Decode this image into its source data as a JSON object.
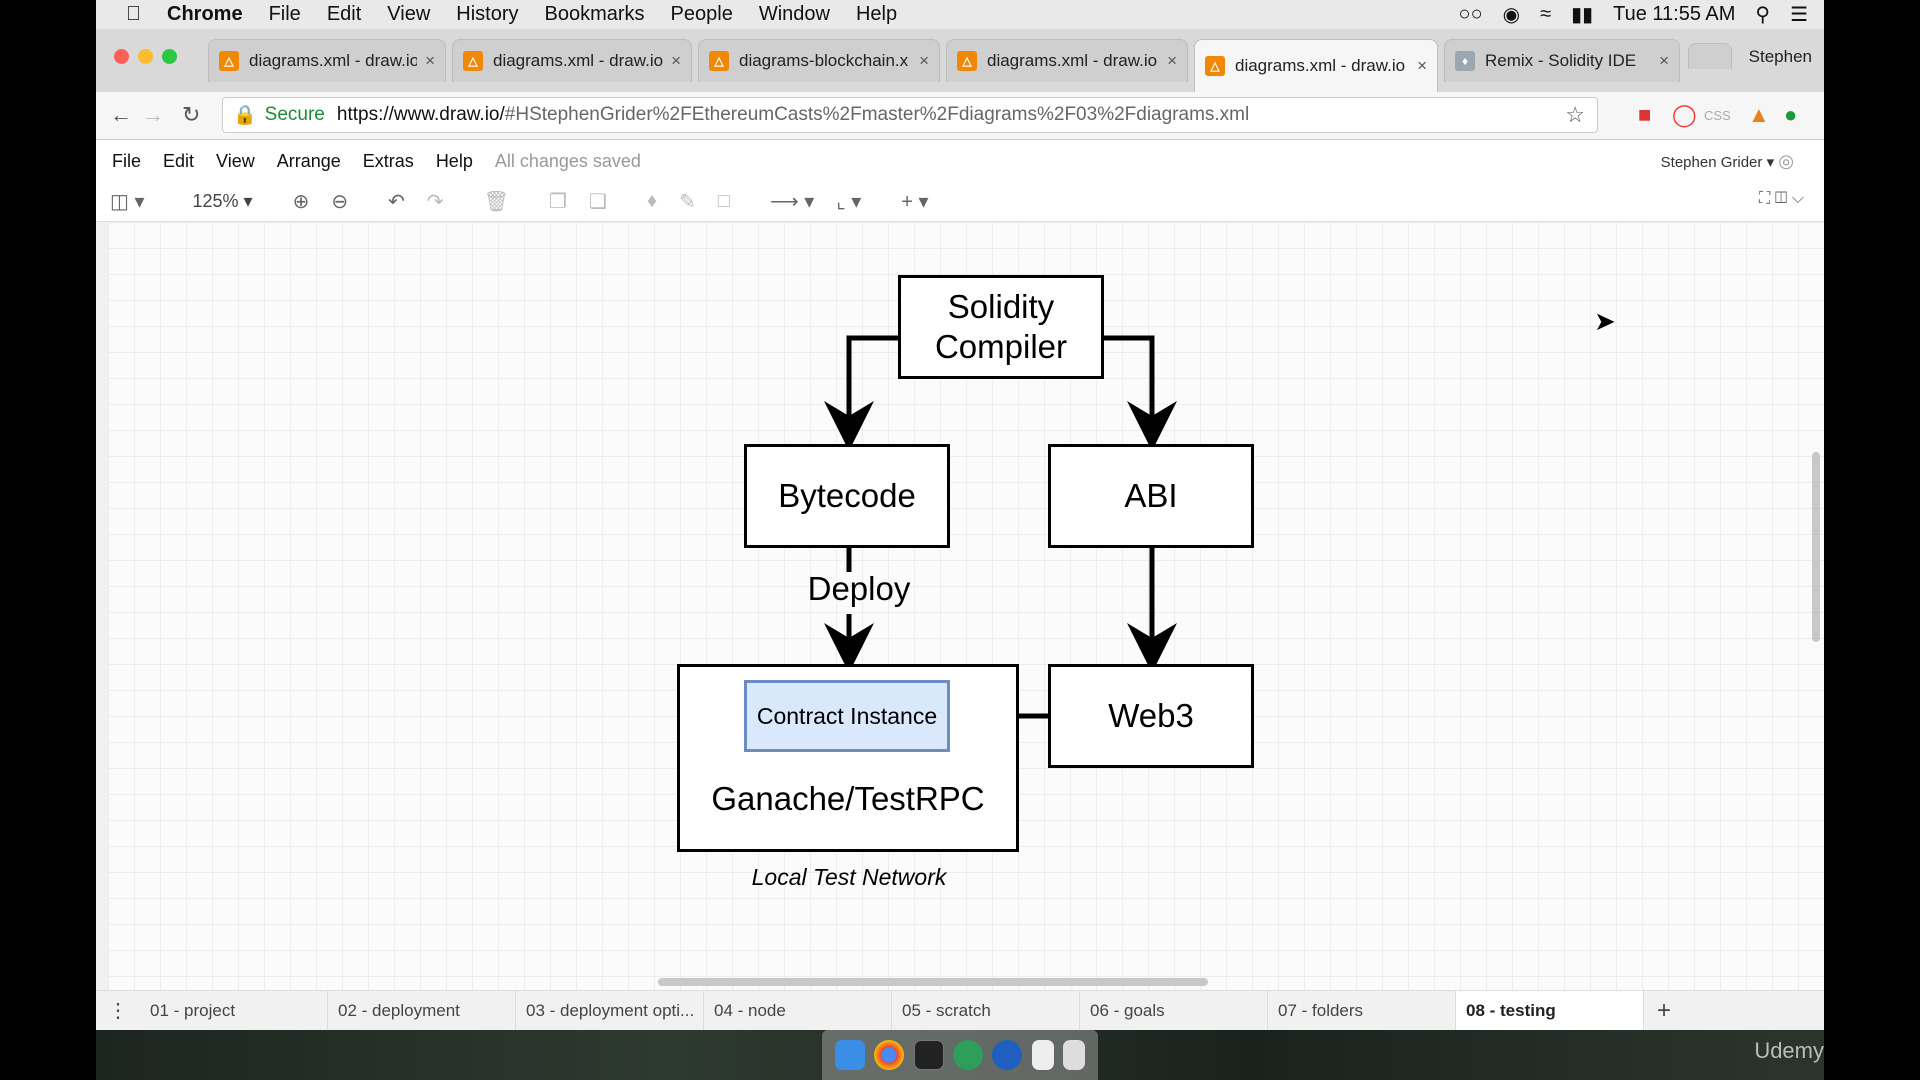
{
  "menubar": {
    "app": "Chrome",
    "items": [
      "File",
      "Edit",
      "View",
      "History",
      "Bookmarks",
      "People",
      "Window",
      "Help"
    ],
    "clock": "Tue 11:55 AM"
  },
  "browser": {
    "tabs": [
      {
        "label": "diagrams.xml - draw.io",
        "active": false
      },
      {
        "label": "diagrams.xml - draw.io",
        "active": false
      },
      {
        "label": "diagrams-blockchain.x",
        "active": false
      },
      {
        "label": "diagrams.xml - draw.io",
        "active": false
      },
      {
        "label": "diagrams.xml - draw.io",
        "active": true
      },
      {
        "label": "Remix - Solidity IDE",
        "active": false
      }
    ],
    "profile": "Stephen",
    "secure_label": "Secure",
    "url_base": "https://www.draw.io/",
    "url_path": "#HStephenGrider%2FEthereumCasts%2Fmaster%2Fdiagrams%2F03%2Fdiagrams.xml"
  },
  "drawio": {
    "menu": [
      "File",
      "Edit",
      "View",
      "Arrange",
      "Extras",
      "Help"
    ],
    "saved_status": "All changes saved",
    "user": "Stephen Grider",
    "zoom": "125%"
  },
  "diagram": {
    "compiler": "Solidity\nCompiler",
    "bytecode": "Bytecode",
    "abi": "ABI",
    "deploy": "Deploy",
    "web3": "Web3",
    "contract_instance": "Contract Instance",
    "ganache": "Ganache/TestRPC",
    "network_caption": "Local Test Network"
  },
  "pages": [
    "01 - project",
    "02 - deployment",
    "03 - deployment opti...",
    "04 - node",
    "05 - scratch",
    "06 - goals",
    "07 - folders",
    "08 - testing"
  ],
  "active_page": "08 - testing",
  "watermark": "Udemy"
}
